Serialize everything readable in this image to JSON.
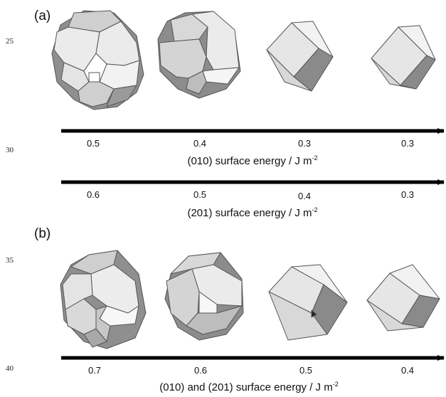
{
  "line_numbers": [
    "25",
    "30",
    "35",
    "40"
  ],
  "panels": [
    "(a)",
    "(b)"
  ],
  "axes": [
    {
      "title_main": "(010) surface energy / J m",
      "title_sup": "-2",
      "ticks": [
        "0.5",
        "0.4",
        "0.3",
        "0.3"
      ]
    },
    {
      "title_main": "(201) surface energy / J m",
      "title_sup": "-2",
      "ticks": [
        "0.6",
        "0.5",
        "0.4",
        "0.3"
      ]
    },
    {
      "title_main": "(010) and (201) surface energy / J m",
      "title_sup": "-2",
      "ticks": [
        "0.7",
        "0.6",
        "0.5",
        "0.4"
      ]
    }
  ],
  "crystal_shapes": [
    "truncated-polyhedron-large",
    "truncated-polyhedron-medium",
    "rhombic-prism",
    "rhombic-prism",
    "truncated-polyhedron-large",
    "truncated-polyhedron-medium",
    "rhombic-prism",
    "rhombic-prism"
  ],
  "colors": {
    "face_light": "#ececec",
    "face_mid": "#d2d2d2",
    "face_dark": "#8c8c8c",
    "edge": "#555555",
    "arrow": "#000000"
  }
}
